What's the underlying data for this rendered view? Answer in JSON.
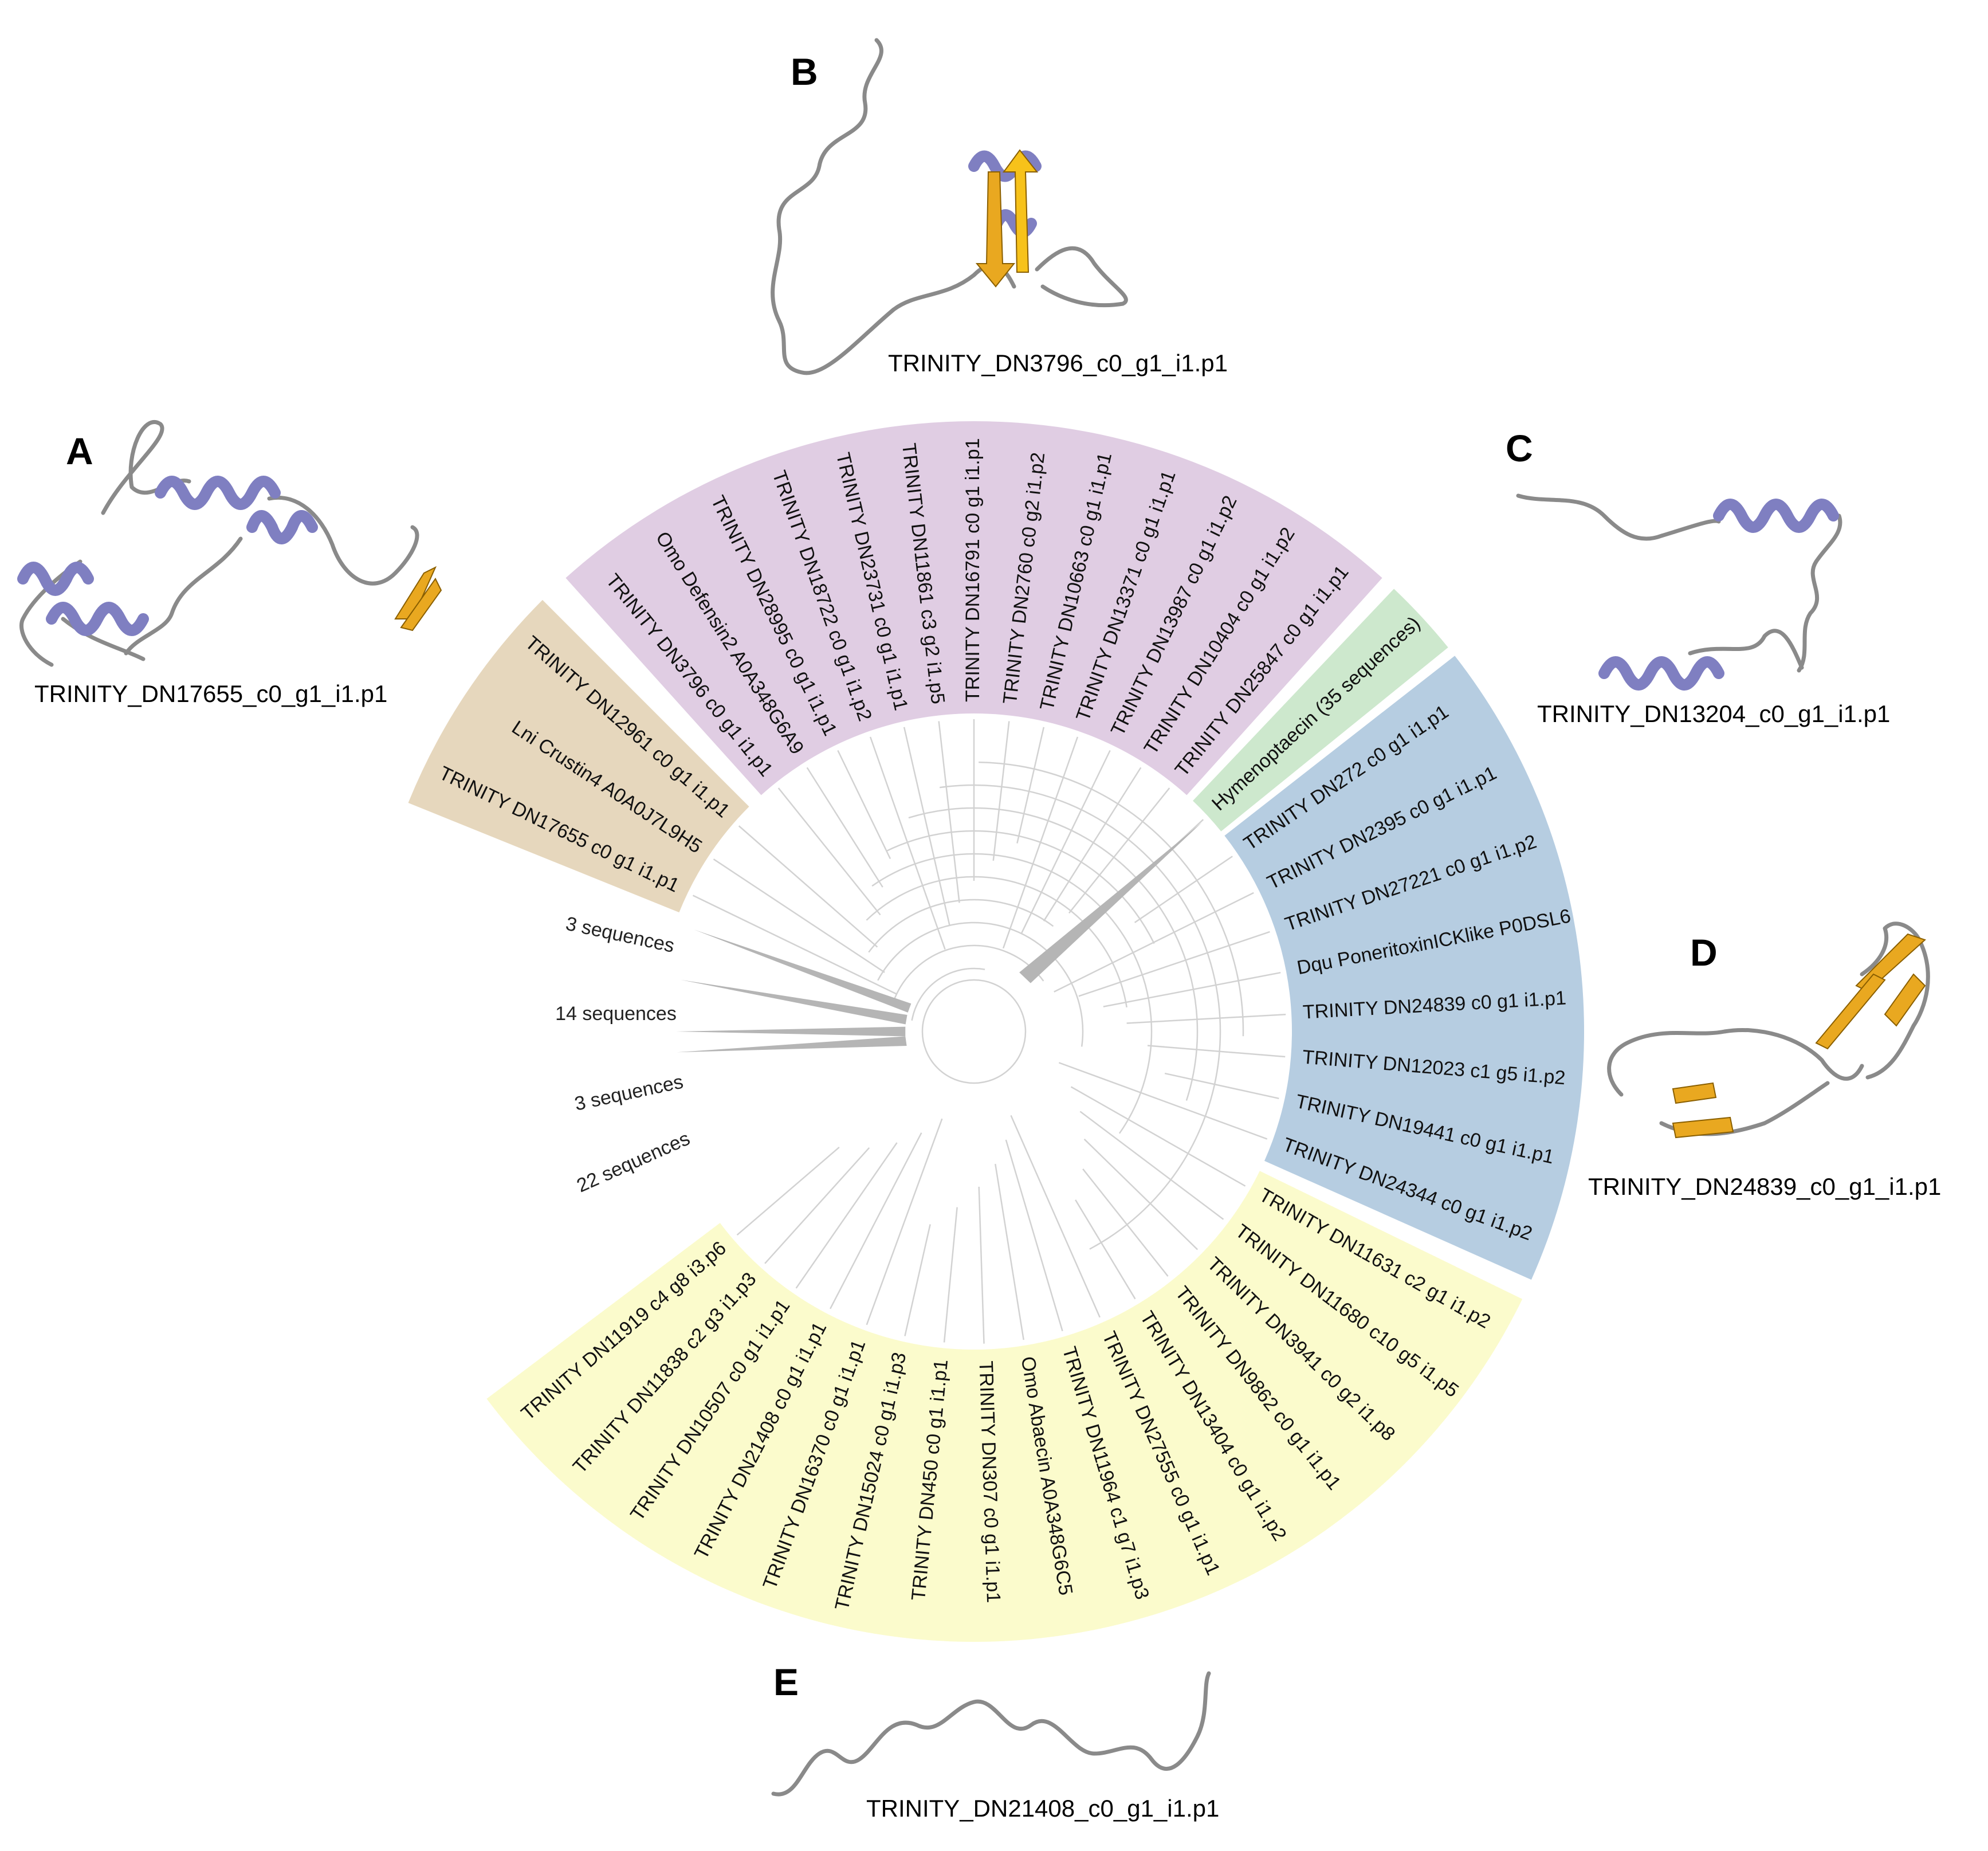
{
  "colors": {
    "tan": "#e6d7bd",
    "purple": "#e0cde3",
    "green": "#cde8cd",
    "blue": "#b6cde1",
    "yellow": "#fbfbcc",
    "collapsed": "#b5b5b5",
    "helix": "#7f7fc1",
    "strand": "#e9a820",
    "coil": "#8a8a8a"
  },
  "panels": [
    {
      "id": "A",
      "letter": "A",
      "caption": "TRINITY_DN17655_c0_g1_i1.p1",
      "structure": "helix-rich",
      "icon": "protein-structure"
    },
    {
      "id": "B",
      "letter": "B",
      "caption": "TRINITY_DN3796_c0_g1_i1.p1",
      "structure": "helix-hairpin-coil",
      "icon": "protein-structure"
    },
    {
      "id": "C",
      "letter": "C",
      "caption": "TRINITY_DN13204_c0_g1_i1.p1",
      "structure": "two-helices",
      "icon": "protein-structure"
    },
    {
      "id": "D",
      "letter": "D",
      "caption": "TRINITY_DN24839_c0_g1_i1.p1",
      "structure": "beta-sheet",
      "icon": "protein-structure"
    },
    {
      "id": "E",
      "letter": "E",
      "caption": "TRINITY_DN21408_c0_g1_i1.p1",
      "structure": "coil",
      "icon": "protein-structure"
    }
  ],
  "tree": {
    "layout": "circular",
    "clades": [
      {
        "name": "tan",
        "color_key": "tan",
        "leaves": [
          "TRINITY DN17655 c0 g1 i1.p1",
          "Lni Crustin4 A0A0J7L9H5",
          "TRINITY DN12961 c0 g1 i1.p1"
        ]
      },
      {
        "name": "purple",
        "color_key": "purple",
        "leaves": [
          "TRINITY DN3796 c0 g1 i1.p1",
          "Omo Defensin2 A0A348G6A9",
          "TRINITY DN28995 c0 g1 i1.p1",
          "TRINITY DN18722 c0 g1 i1.p2",
          "TRINITY DN23731 c0 g1 i1.p1",
          "TRINITY DN11861 c3 g2 i1.p5",
          "TRINITY DN16791 c0 g1 i1.p1",
          "TRINITY DN2760 c0 g2 i1.p2",
          "TRINITY DN10663 c0 g1 i1.p1",
          "TRINITY DN13371 c0 g1 i1.p1",
          "TRINITY DN13987 c0 g1 i1.p2",
          "TRINITY DN10404 c0 g1 i1.p2",
          "TRINITY DN25847 c0 g1 i1.p1"
        ]
      },
      {
        "name": "green",
        "color_key": "green",
        "leaves": [
          "Hymenoptaecin (35 sequences)"
        ]
      },
      {
        "name": "blue",
        "color_key": "blue",
        "leaves": [
          "TRINITY DN272 c0 g1 i1.p1",
          "TRINITY DN2395 c0 g1 i1.p1",
          "TRINITY DN27221 c0 g1 i1.p2",
          "Dqu PoneritoxinICKlike P0DSL6",
          "TRINITY DN24839 c0 g1 i1.p1",
          "TRINITY DN12023 c1 g5 i1.p2",
          "TRINITY DN19441 c0 g1 i1.p1",
          "TRINITY DN24344 c0 g1 i1.p2"
        ]
      },
      {
        "name": "yellow",
        "color_key": "yellow",
        "leaves": [
          "TRINITY DN11631 c2 g1 i1.p2",
          "TRINITY DN11680 c10 g5 i1.p5",
          "TRINITY DN3941 c0 g2 i1.p8",
          "TRINITY DN9862 c0 g1 i1.p1",
          "TRINITY DN13404 c0 g1 i1.p2",
          "TRINITY DN27555 c0 g1 i1.p1",
          "TRINITY DN11964 c1 g7 i1.p3",
          "Omo Abaecin A0A348G6C5",
          "TRINITY DN307 c0 g1 i1.p1",
          "TRINITY DN450 c0 g1 i1.p1",
          "TRINITY DN15024 c0 g1 i1.p3",
          "TRINITY DN16370 c0 g1 i1.p1",
          "TRINITY DN21408 c0 g1 i1.p1",
          "TRINITY DN10507 c0 g1 i1.p1",
          "TRINITY DN11838 c2 g3 i1.p3",
          "TRINITY DN11919 c4 g8 i3.p6"
        ]
      }
    ],
    "collapsed": [
      {
        "label": "3 sequences",
        "count": 3
      },
      {
        "label": "14 sequences",
        "count": 14
      },
      {
        "label": "3 sequences",
        "count": 3
      },
      {
        "label": "22 sequences",
        "count": 22
      }
    ]
  }
}
